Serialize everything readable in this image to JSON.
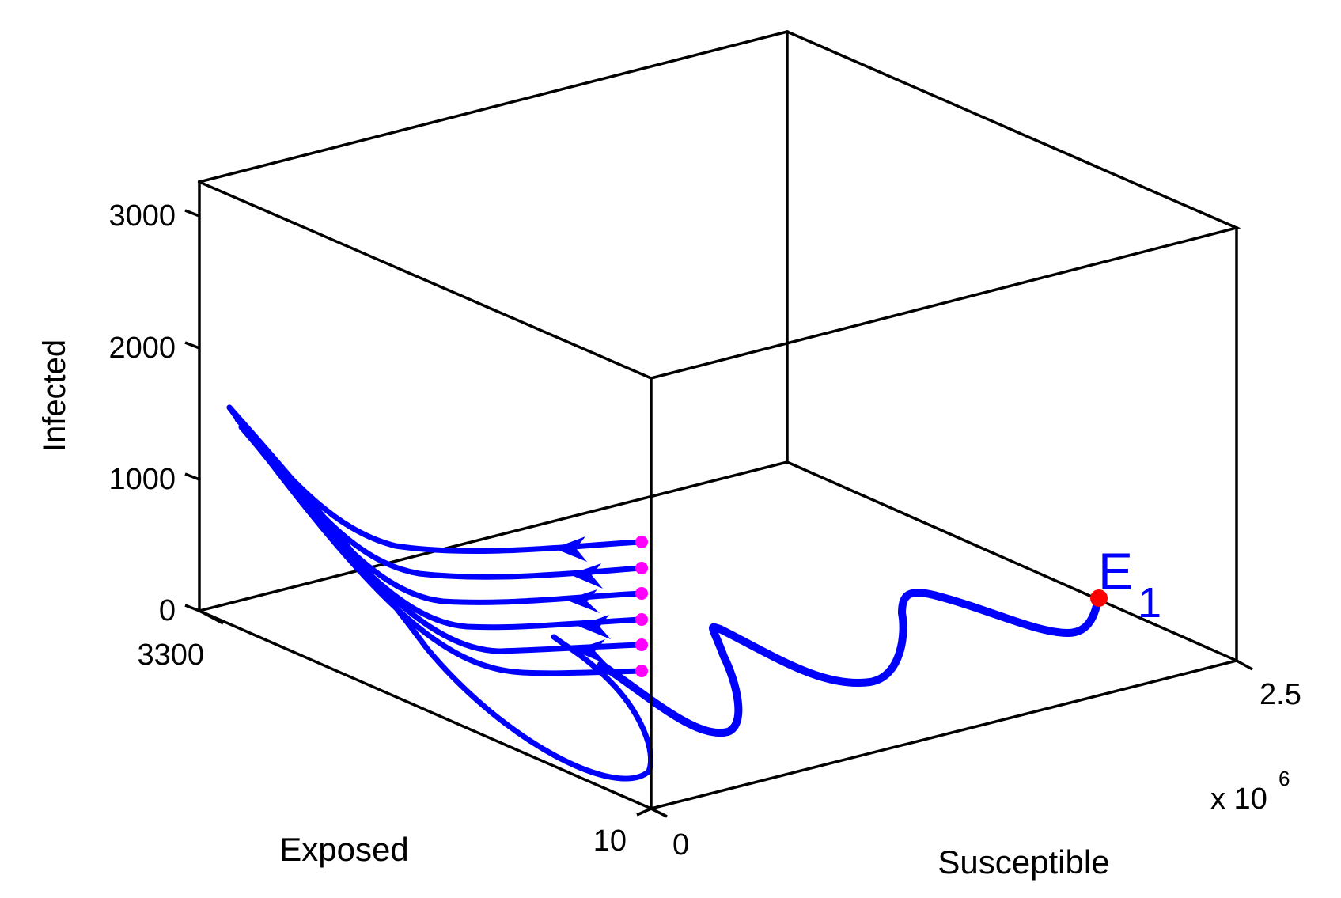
{
  "chart_data": {
    "type": "line3d",
    "title": "",
    "xlabel": "Susceptible",
    "ylabel": "Exposed",
    "zlabel": "Infected",
    "x_ticks": [
      "0",
      "2.5"
    ],
    "x_multiplier": "x 10",
    "x_multiplier_exp": "6",
    "xlim": [
      0,
      2500000
    ],
    "y_ticks": [
      "10",
      "3300"
    ],
    "ylim": [
      10,
      3300
    ],
    "z_ticks": [
      "0",
      "1000",
      "2000",
      "3000"
    ],
    "zlim": [
      0,
      3300
    ],
    "grid": false,
    "annotations": [
      {
        "text": "E",
        "subscript": "1",
        "color": "#0000ff",
        "marks": "equilibrium point (red dot) at S≈2.3e6, E≈0, I≈0"
      }
    ],
    "series": [
      {
        "name": "trajectory from S≈0 (wavy)",
        "color": "#0000ff",
        "description": "Oscillating trajectory along the Susceptible axis near I≈0, E≈10, converging to E1"
      },
      {
        "name": "initial-condition trajectories",
        "color": "#0000ff",
        "count": 6,
        "start_marker_color": "#ff00ff",
        "description": "Six trajectories starting at S≈0 on the front edge with arrows pointing toward increasing Exposed, looping up to I≈1500 near E≈3300"
      }
    ],
    "equilibrium": {
      "label": "E1",
      "color": "#ff0000"
    }
  },
  "axes": {
    "z_label": "Infected",
    "y_label": "Exposed",
    "x_label": "Susceptible",
    "x_scale": "x 10",
    "x_scale_exp": "6",
    "z_tick_0": "0",
    "z_tick_1000": "1000",
    "z_tick_2000": "2000",
    "z_tick_3000": "3000",
    "y_tick_3300": "3300",
    "y_tick_10": "10",
    "x_tick_0": "0",
    "x_tick_25": "2.5"
  },
  "annotation": {
    "main": "E",
    "sub": "1"
  }
}
